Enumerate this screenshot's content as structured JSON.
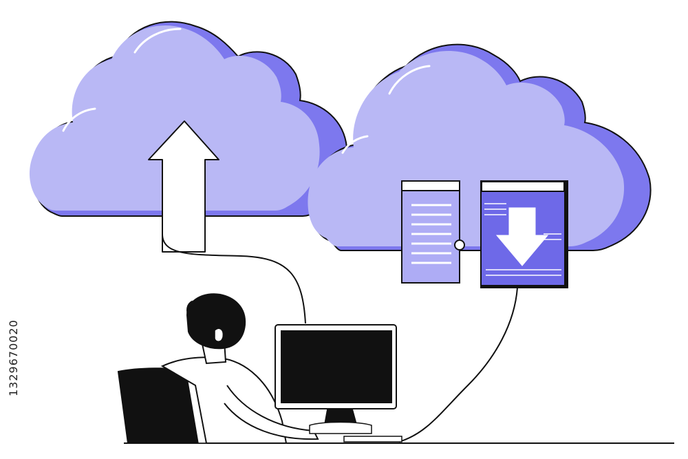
{
  "stock_id": "1329670020",
  "colors": {
    "cloud_fill": "#b9b8f5",
    "cloud_shade": "#7d78ee",
    "doc_fill": "#aeacf5",
    "doc_dark": "#6e69e8",
    "outline": "#111111",
    "background": "#ffffff"
  },
  "icons": [
    "cloud-icon",
    "upload-arrow-icon",
    "document-icon",
    "download-arrow-icon",
    "computer-monitor-icon",
    "person",
    "office-chair"
  ]
}
